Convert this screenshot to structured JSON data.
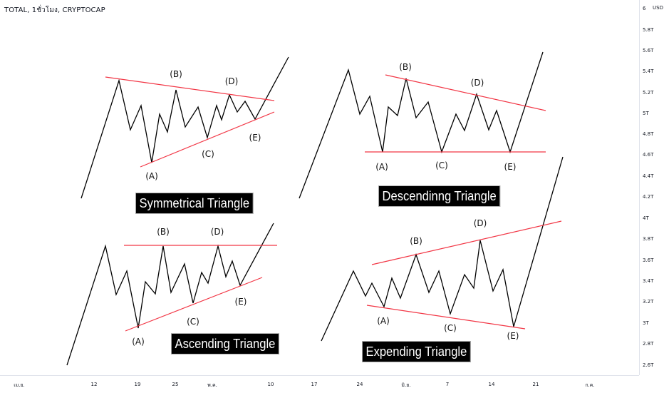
{
  "header": {
    "symbol_text": "TOTAL, 1ชั่วโมง, CRYPTOCAP"
  },
  "price_axis": {
    "currency": "USD",
    "ticks": [
      "6",
      "5.8T",
      "5.6T",
      "5.4T",
      "5.2T",
      "5T",
      "4.8T",
      "4.6T",
      "4.4T",
      "4.2T",
      "4T",
      "3.8T",
      "3.6T",
      "3.4T",
      "3.2T",
      "3T",
      "2.8T",
      "2.6T"
    ]
  },
  "time_axis": {
    "ticks": [
      "เม.ย.",
      "12",
      "19",
      "25",
      "พ.ค.",
      "10",
      "17",
      "24",
      "มิ.ย.",
      "7",
      "14",
      "21",
      "ก.ค."
    ]
  },
  "colors": {
    "wave": "#000000",
    "trendline": "#f23645",
    "title_bg": "#000000",
    "title_text": "#ffffff"
  },
  "chart_data": [
    {
      "type": "line",
      "title": "Symmetrical Triangle",
      "wave_labels": [
        "(A)",
        "(B)",
        "(C)",
        "(D)",
        "(E)"
      ],
      "description_points": "Elliott triangle pattern: impulse up, five contracting legs A-E, breakout up"
    },
    {
      "type": "line",
      "title": "Descendinng Triangle",
      "wave_labels": [
        "(A)",
        "(B)",
        "(C)",
        "(D)",
        "(E)"
      ]
    },
    {
      "type": "line",
      "title": "Ascending Triangle",
      "wave_labels": [
        "(A)",
        "(B)",
        "(C)",
        "(D)",
        "(E)"
      ]
    },
    {
      "type": "line",
      "title": "Expending Triangle",
      "wave_labels": [
        "(A)",
        "(B)",
        "(C)",
        "(D)",
        "(E)"
      ]
    }
  ]
}
